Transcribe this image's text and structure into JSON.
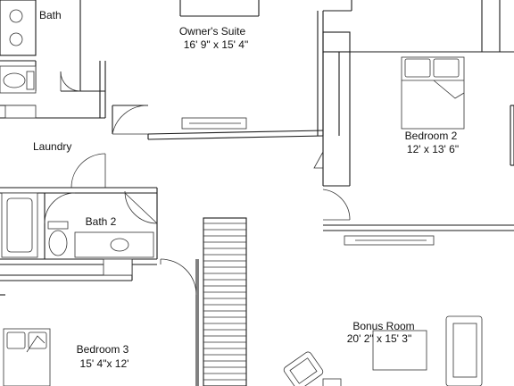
{
  "rooms": {
    "bath": {
      "name": "Bath"
    },
    "owners_suite": {
      "name": "Owner's Suite",
      "size": "16' 9\" x 15' 4\""
    },
    "laundry": {
      "name": "Laundry"
    },
    "bedroom2": {
      "name": "Bedroom 2",
      "size": "12' x 13' 6\""
    },
    "bath2": {
      "name": "Bath 2"
    },
    "bonus_room": {
      "name": "Bonus Room",
      "size": "20' 2\" x 15' 3\""
    },
    "bedroom3": {
      "name": "Bedroom 3",
      "size": "15' 4\"x 12'"
    }
  }
}
